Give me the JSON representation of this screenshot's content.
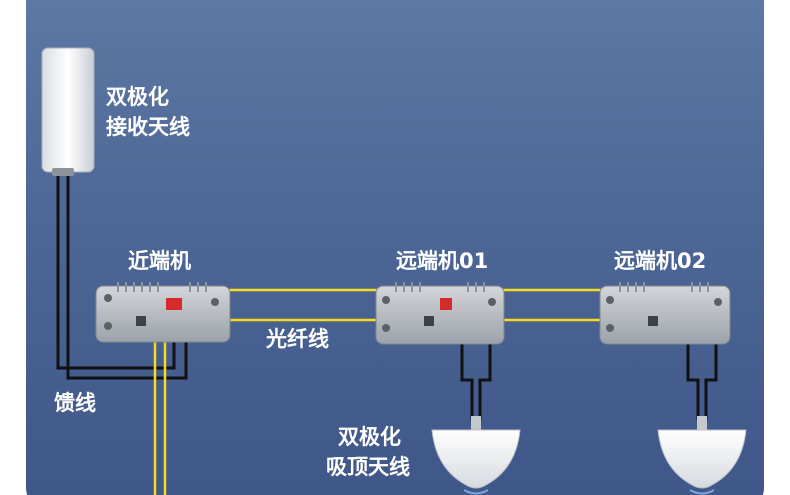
{
  "labels": {
    "receive_antenna": [
      "双极化",
      "接收天线"
    ],
    "near_end": "近端机",
    "remote_01": "远端机01",
    "remote_02": "远端机02",
    "fiber": "光纤线",
    "feeder": "馈线",
    "ceiling_antenna": [
      "双极化",
      "吸顶天线"
    ]
  },
  "colors": {
    "background": "#4e6896",
    "fiber": "#f5dc1e",
    "feeder": "#111111",
    "device": "#b7bcc2",
    "connector": "#d62b2b",
    "antenna": "#f2f4f6"
  }
}
